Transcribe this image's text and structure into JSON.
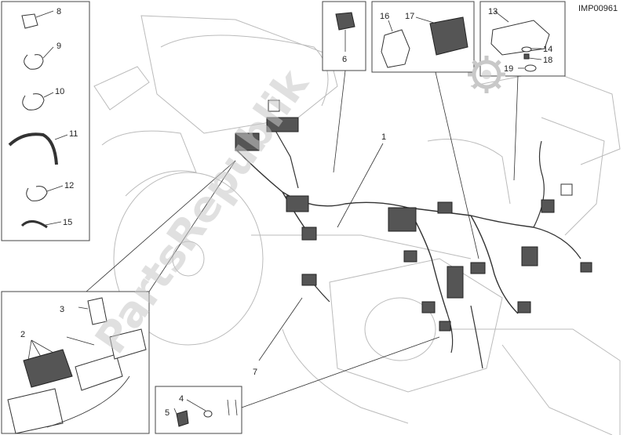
{
  "reference_code": "IMP00961",
  "watermark": "PartsRepublik",
  "callouts": [
    "1",
    "2",
    "3",
    "4",
    "5",
    "6",
    "7",
    "8",
    "9",
    "10",
    "11",
    "12",
    "13",
    "14",
    "15",
    "16",
    "17",
    "18",
    "19"
  ],
  "colors": {
    "line": "#333333",
    "bike_outline": "#bbbbbb",
    "watermark": "#c8c8c8"
  }
}
